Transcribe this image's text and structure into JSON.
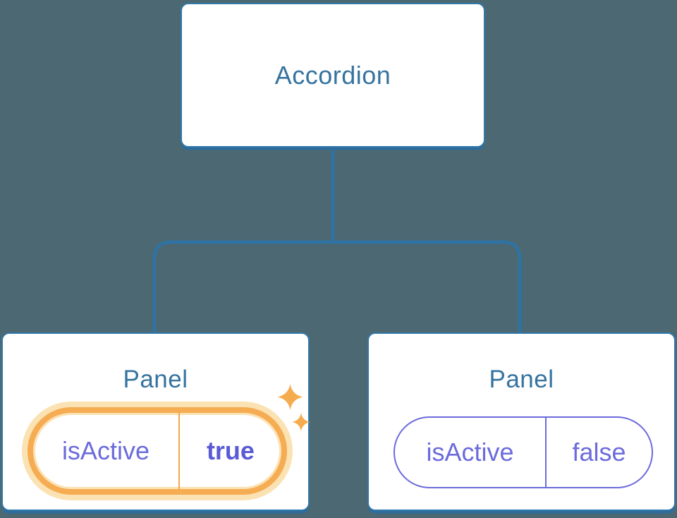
{
  "diagram_title": "Accordion component tree with isActive prop",
  "colors": {
    "background": "#4C6973",
    "node_fill": "#FFFFFF",
    "node_border": "#3177A8",
    "node_shadow": "#2C6C9C",
    "connector": "#2E73A5",
    "label_blue": "#35739F",
    "prop_purple": "#6B6BDC",
    "value_purple_bold": "#5A5AD6",
    "highlight_orange": "#F5AC52",
    "highlight_halo": "#FBE2B3",
    "sparkle_orange": "#F5AC4F"
  },
  "tree": {
    "root": {
      "label": "Accordion"
    },
    "children": [
      {
        "title": "Panel",
        "prop_name": "isActive",
        "prop_value": "true",
        "state": "active-highlighted",
        "icon": "sparkles-icon"
      },
      {
        "title": "Panel",
        "prop_name": "isActive",
        "prop_value": "false",
        "state": "inactive",
        "icon": null
      }
    ]
  }
}
